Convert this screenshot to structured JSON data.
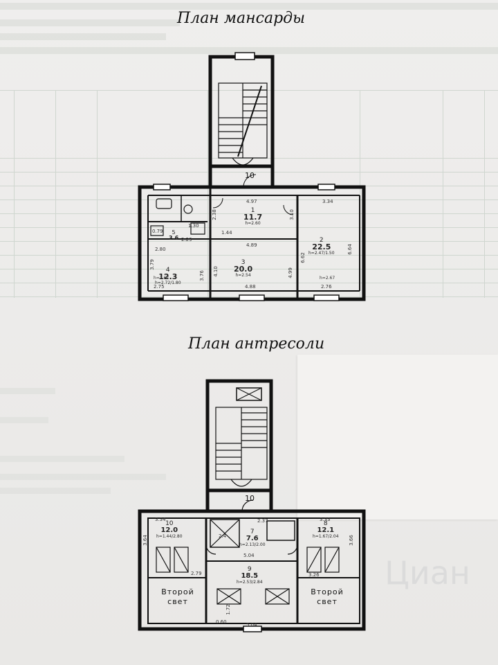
{
  "plans": {
    "attic": {
      "title": "План мансарды",
      "stair_number": "10",
      "rooms": [
        {
          "number": "1",
          "area": "11.7",
          "label": "h=2.60"
        },
        {
          "number": "2",
          "area": "22.5",
          "label": "h=2.47/1.50"
        },
        {
          "number": "3",
          "area": "20.0",
          "label": "h=2.54"
        },
        {
          "number": "4",
          "area": "12.3",
          "label": "h=2.72/1.80"
        },
        {
          "number": "5",
          "area": "3.6",
          "label": ""
        }
      ],
      "dims": [
        "4.97",
        "3.34",
        "4.89",
        "4.88",
        "2.75",
        "2.76",
        "3.76",
        "4.10",
        "4.99",
        "6.62",
        "6.64",
        "2.38",
        "3.10",
        "1.44",
        "2.29",
        "2.80",
        "3.79",
        "1.30",
        "0.79",
        "h=2.67",
        "h=2.67"
      ]
    },
    "mezzanine": {
      "title": "План антресоли",
      "stair_number": "10",
      "rooms": [
        {
          "number": "10",
          "area": "12.0",
          "label": "h=1.44/2.80"
        },
        {
          "number": "7",
          "area": "7.6",
          "label": "h=2.13/2.00"
        },
        {
          "number": "8",
          "area": "12.1",
          "label": "h=1.67/2.04"
        },
        {
          "number": "9",
          "area": "18.5",
          "label": "h=2.53/2.84"
        }
      ],
      "second_light_left": "Второй свет",
      "second_light_right": "Второй свет",
      "dims": [
        "3.34",
        "2.37",
        "3.33",
        "5.04",
        "5.04",
        "3.66",
        "3.64",
        "2.79",
        "3.26",
        "1.72",
        "0.60",
        "2.4"
      ]
    }
  },
  "watermark": "Циан"
}
